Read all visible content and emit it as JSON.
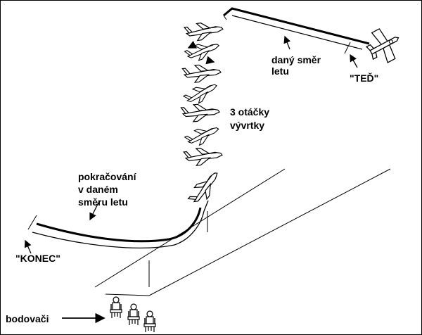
{
  "labels": {
    "ted": "\"TEĎ\"",
    "direction_line1": "daný směr",
    "direction_line2": "letu",
    "spins_line1": "3 otáčky",
    "spins_line2": "vývrtky",
    "continue_line1": "pokračování",
    "continue_line2": "v daném",
    "continue_line3": "směru letu",
    "konec": "\"KONEC\"",
    "judges": "bodovači"
  },
  "colors": {
    "ink": "#000000",
    "background": "#ffffff",
    "plane_fill": "#ffffff"
  },
  "icons": {
    "plane": "airplane-icon",
    "judge": "judge-figure-icon",
    "arrow": "arrow-icon"
  }
}
